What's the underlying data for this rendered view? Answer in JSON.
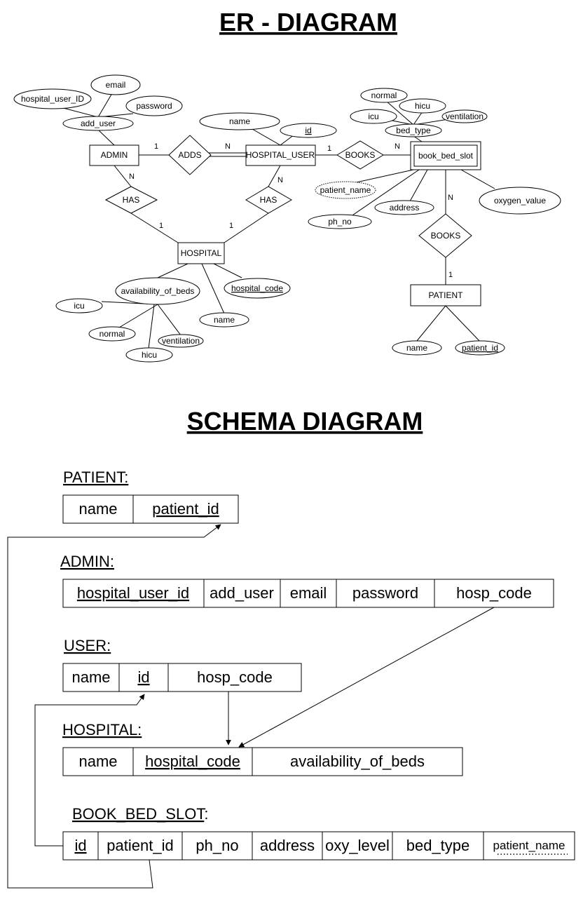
{
  "er_title": "ER - DIAGRAM",
  "schema_title": "SCHEMA DIAGRAM",
  "entities": {
    "admin": "ADMIN",
    "hospital_user": "HOSPITAL_USER",
    "book_bed_slot": "book_bed_slot",
    "hospital": "HOSPITAL",
    "patient": "PATIENT"
  },
  "relationships": {
    "adds": "ADDS",
    "books_user": "BOOKS",
    "has_admin": "HAS",
    "has_user": "HAS",
    "books_patient": "BOOKS"
  },
  "attributes": {
    "email": "email",
    "hospital_user_id": "hospital_user_ID",
    "password": "password",
    "add_user": "add_user",
    "user_name": "name",
    "user_id": "id",
    "normal_top": "normal",
    "hicu_top": "hicu",
    "icu_top": "icu",
    "ventilation_top": "ventilation",
    "bed_type": "bed_type",
    "patient_name": "patient_name",
    "address": "address",
    "ph_no": "ph_no",
    "oxygen_value": "oxygen_value",
    "availability_of_beds": "availability_of_beds",
    "hospital_code": "hospital_code",
    "icu_bottom": "icu",
    "normal_bottom": "normal",
    "ventilation_bottom": "ventilation",
    "hicu_bottom": "hicu",
    "hospital_name": "name",
    "patient_entity_name": "name",
    "patient_id": "patient_id"
  },
  "cardinalities": {
    "admin_adds": "1",
    "adds_user": "N",
    "admin_has": "N",
    "has_hospital_left": "1",
    "user_has": "N",
    "has_hospital_right": "1",
    "user_books": "1",
    "books_slot": "N",
    "slot_books": "N",
    "books_patient": "1"
  },
  "schema": {
    "patient": {
      "label": "PATIENT:",
      "columns": [
        "name",
        "patient_id"
      ]
    },
    "admin": {
      "label": "ADMIN:",
      "columns": [
        "hospital_user_id",
        "add_user",
        "email",
        "password",
        "hosp_code"
      ]
    },
    "user": {
      "label": "USER:",
      "columns": [
        "name",
        "id",
        "hosp_code"
      ]
    },
    "hospital": {
      "label": "HOSPITAL:",
      "columns": [
        "name",
        "hospital_code",
        "availability_of_beds"
      ]
    },
    "book_bed_slot": {
      "label": "BOOK_BED_SLOT",
      "label_suffix": ":",
      "columns": [
        "id",
        "patient_id",
        "ph_no",
        "address",
        "oxy_level",
        "bed_type",
        "patient_name"
      ]
    }
  }
}
